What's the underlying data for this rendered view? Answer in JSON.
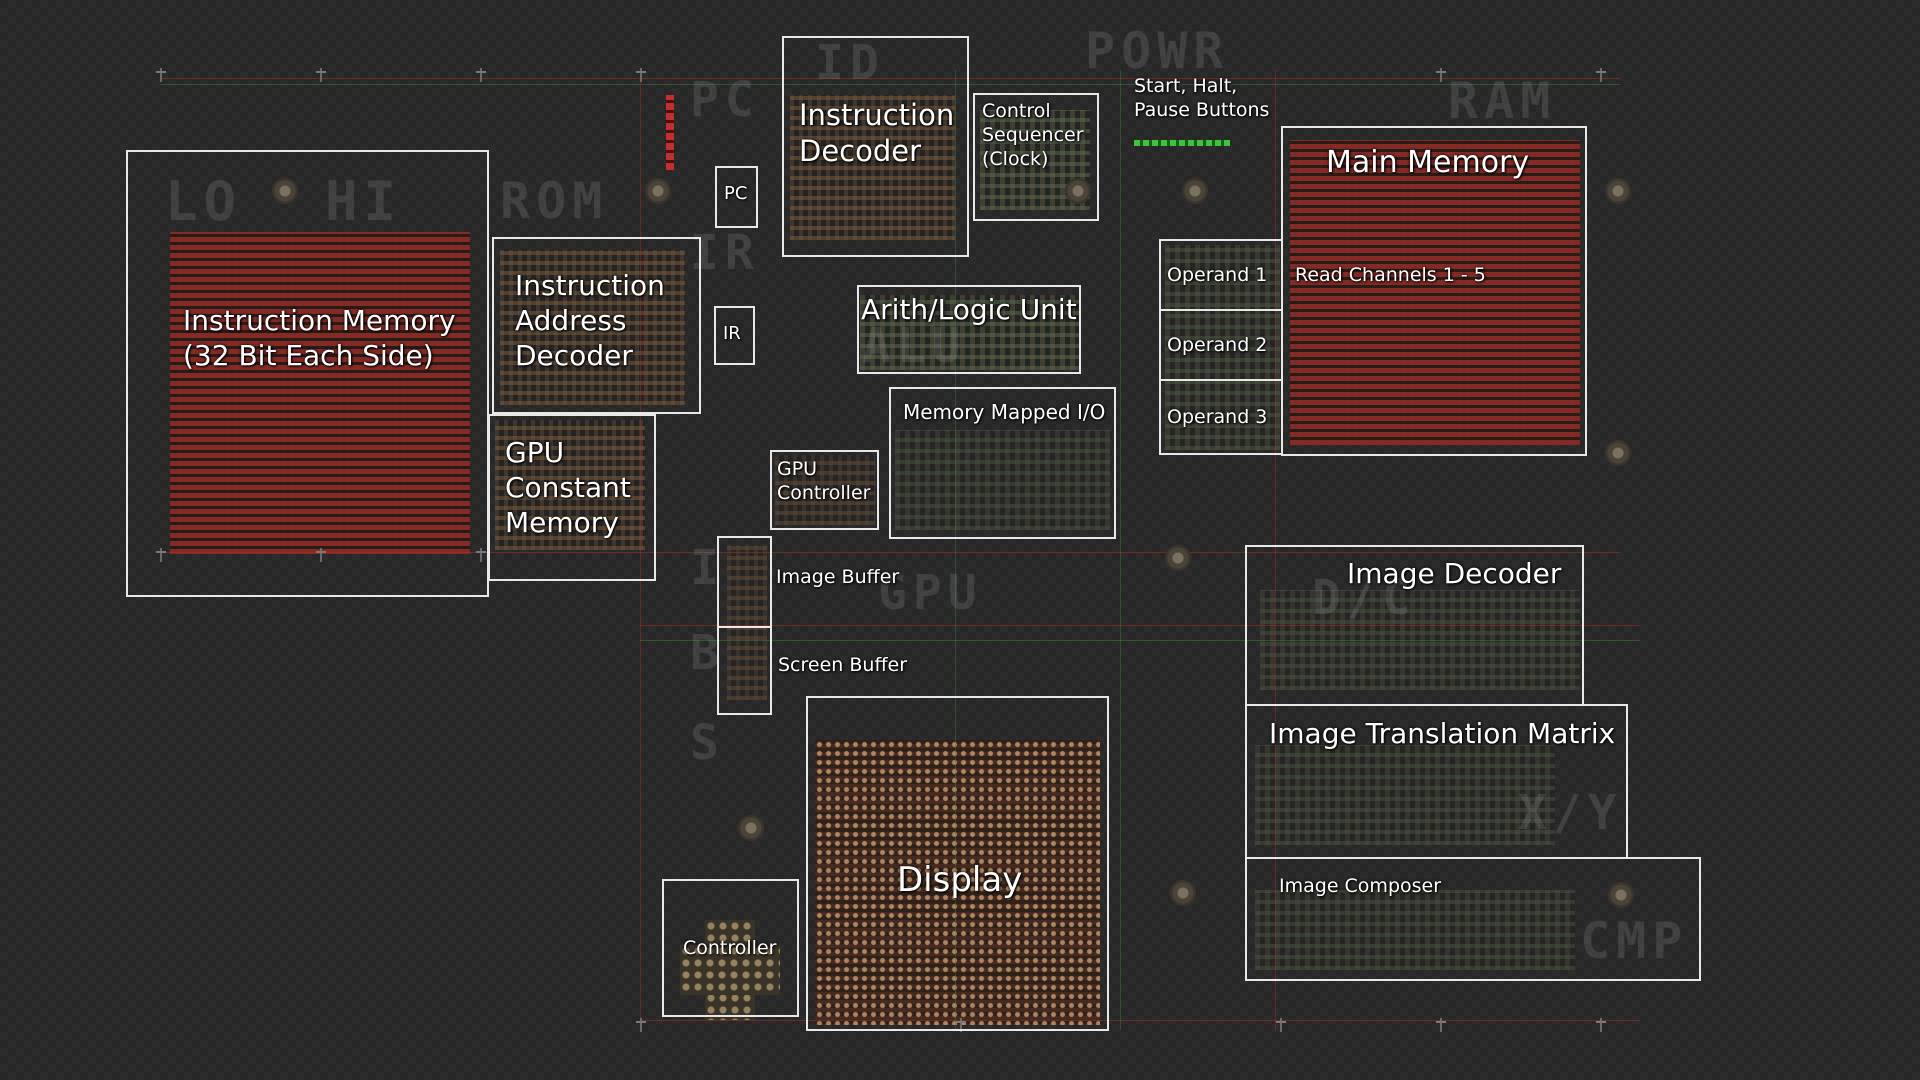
{
  "components": {
    "instruction_memory": {
      "lines": [
        "Instruction Memory",
        "(32 Bit Each Side)"
      ]
    },
    "instruction_address_decoder": {
      "lines": [
        "Instruction",
        "Address",
        "Decoder"
      ]
    },
    "gpu_constant_memory": {
      "lines": [
        "GPU",
        "Constant",
        "Memory"
      ]
    },
    "pc": {
      "label": "PC"
    },
    "ir": {
      "label": "IR"
    },
    "instruction_decoder": {
      "lines": [
        "Instruction",
        "Decoder"
      ]
    },
    "control_sequencer": {
      "lines": [
        "Control",
        "Sequencer",
        "(Clock)"
      ]
    },
    "start_buttons": {
      "lines": [
        "Start, Halt,",
        "Pause Buttons"
      ]
    },
    "alu": {
      "label": "Arith/Logic Unit"
    },
    "memory_mapped_io": {
      "label": "Memory Mapped I/O"
    },
    "gpu_controller": {
      "lines": [
        "GPU",
        "Controller"
      ]
    },
    "image_buffer": {
      "label": "Image Buffer"
    },
    "screen_buffer": {
      "label": "Screen Buffer"
    },
    "display": {
      "label": "Display"
    },
    "controller": {
      "label": "Controller"
    },
    "operand_1": {
      "label": "Operand 1"
    },
    "operand_2": {
      "label": "Operand 2"
    },
    "operand_3": {
      "label": "Operand 3"
    },
    "main_memory": {
      "label": "Main Memory",
      "sublabel": "Read Channels 1 - 5"
    },
    "image_decoder": {
      "label": "Image Decoder"
    },
    "image_translation_matrix": {
      "label": "Image Translation Matrix"
    },
    "image_composer": {
      "label": "Image Composer"
    }
  },
  "ghost_text": {
    "lo": "LO",
    "hi": "HI",
    "rom": "ROM",
    "pc": "PC",
    "ir": "IR",
    "id": "ID",
    "powr": "POWR",
    "ram": "RAM",
    "alu": "ALU",
    "gpu": "GPU",
    "ibs": [
      "I",
      "B",
      "S"
    ],
    "dc": "D/C",
    "xy": "X/Y",
    "cmp": "CMP"
  },
  "colors": {
    "frame": "#e8e8e8",
    "label": "#ffffff",
    "wire_red": "#aa2d28",
    "wire_green": "#3c8c3c",
    "memory_cells": "#962d28",
    "status_leds": "#3fc23f"
  }
}
